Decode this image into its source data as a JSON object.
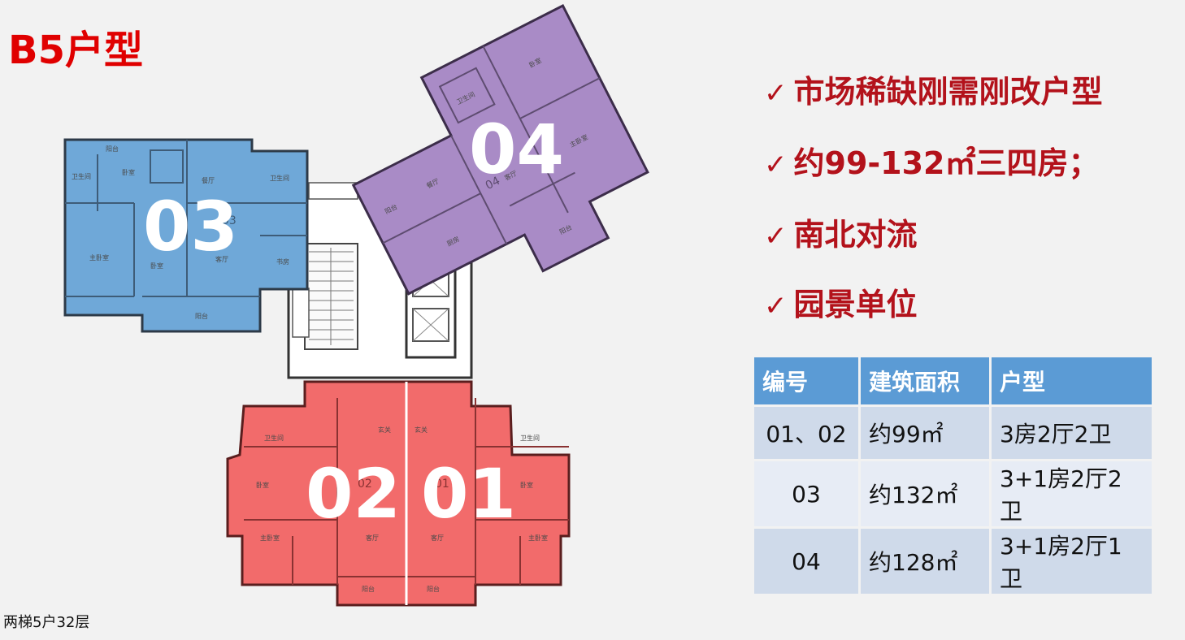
{
  "title": "B5户型",
  "floor_note": "两梯5户32层",
  "features": [
    {
      "label": "市场稀缺刚需刚改户型"
    },
    {
      "label": "约99-132㎡三四房；"
    },
    {
      "label": "南北对流"
    },
    {
      "label": "园景单位"
    }
  ],
  "check_glyph": "✓",
  "plan": {
    "units": [
      {
        "number": "03",
        "color": "#6fa8d8"
      },
      {
        "number": "04",
        "color": "#a98bc6"
      },
      {
        "number": "02",
        "color": "#f26b6b"
      },
      {
        "number": "01",
        "color": "#f26b6b"
      }
    ],
    "small_labels": {
      "u03": "03",
      "u04": "04",
      "u02": "02",
      "u01": "01"
    }
  },
  "table": {
    "headers": [
      "编号",
      "建筑面积",
      "户型"
    ],
    "rows": [
      [
        "01、02",
        "约99㎡",
        "3房2厅2卫"
      ],
      [
        "03",
        "约132㎡",
        "3+1房2厅2卫"
      ],
      [
        "04",
        "约128㎡",
        "3+1房2厅1卫"
      ]
    ]
  },
  "colors": {
    "title": "#e00000",
    "feature": "#b3121b",
    "header_bg": "#5b9bd5",
    "row_bg": "#cfdaea",
    "row_alt_bg": "#e7ecf5"
  }
}
